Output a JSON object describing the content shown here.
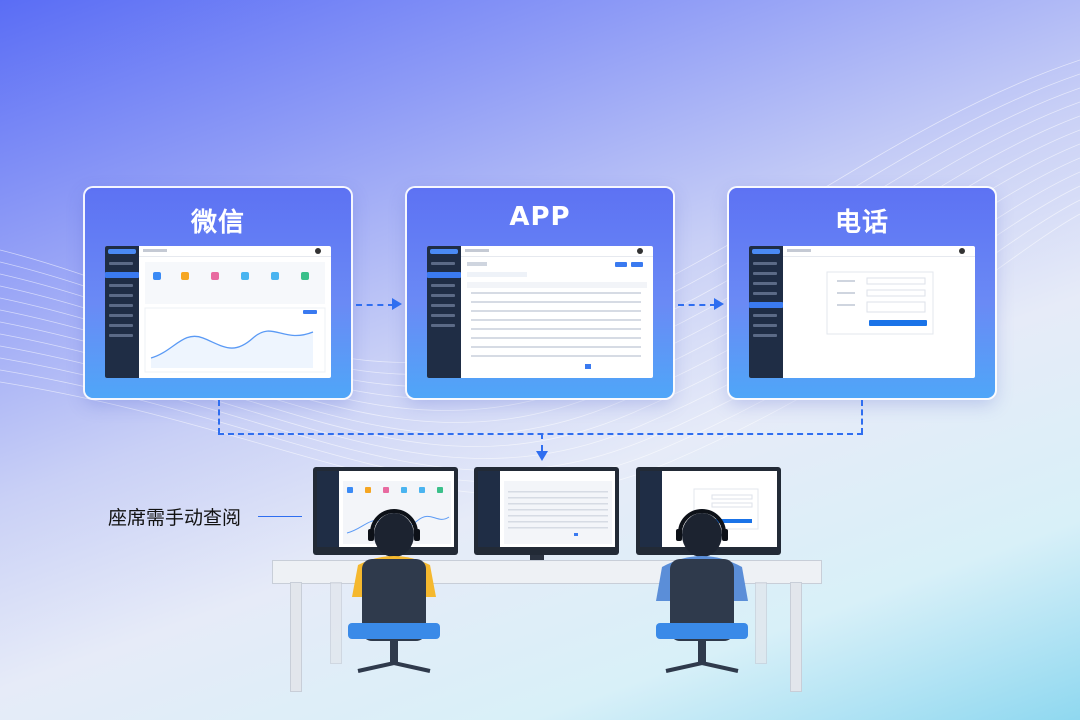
{
  "channels": [
    {
      "title": "微信"
    },
    {
      "title": "APP"
    },
    {
      "title": "电话"
    }
  ],
  "seat_label": "座席需手动查阅",
  "colors": {
    "card_top": "#5d72f3",
    "card_bottom": "#4fa6f8",
    "arrow": "#2f6ef0",
    "sidebar": "#1f2d45",
    "chart_line": "#5b9af5"
  },
  "icons": [
    "dashed-arrow-right-icon",
    "dashed-arrow-down-icon",
    "agent-person-icon",
    "monitor-icon"
  ]
}
